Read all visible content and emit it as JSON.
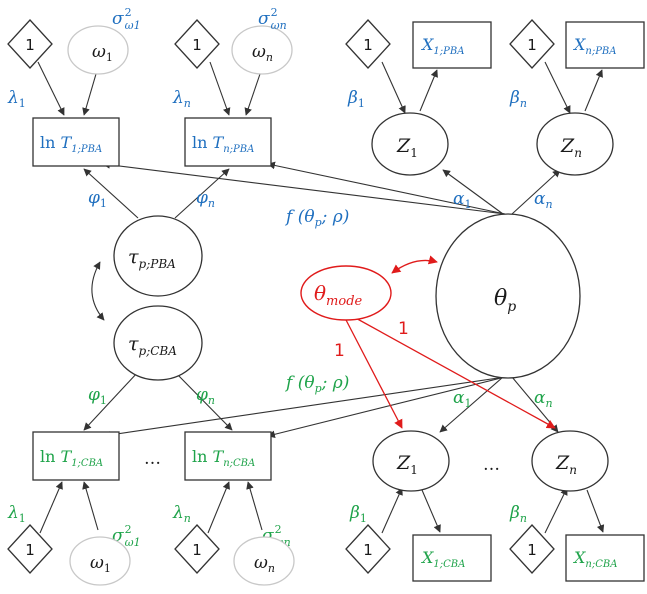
{
  "colors": {
    "blue": "#1f6fbf",
    "green": "#1fa34a",
    "red": "#e01b1b",
    "black": "#1a1a1a",
    "light": "#c8c8c8"
  },
  "pba": {
    "const_1": "1",
    "omega_1": "ω",
    "omega_1_sub": "1",
    "omega_n": "ω",
    "omega_n_sub": "n",
    "sigma_1": "σ",
    "sigma_1_sup": "2",
    "sigma_1_sub": "ω1",
    "sigma_n": "σ",
    "sigma_n_sup": "2",
    "sigma_n_sub": "ωn",
    "lambda_1": "λ",
    "lambda_1_sub": "1",
    "lambda_n": "λ",
    "lambda_n_sub": "n",
    "lnT1_ln": "ln ",
    "lnT1_T": "T",
    "lnT1_sub": "1;PBA",
    "lnTn_ln": "ln ",
    "lnTn_T": "T",
    "lnTn_sub": "n;PBA",
    "phi_1": "φ",
    "phi_1_sub": "1",
    "phi_n": "φ",
    "phi_n_sub": "n",
    "tau": "τ",
    "tau_sub": "p;PBA",
    "func": "f (θ",
    "func_sub": "p",
    "func_end": "; ρ)",
    "X1": "X",
    "X1_sub": "1;PBA",
    "Xn": "X",
    "Xn_sub": "n;PBA",
    "beta_1": "β",
    "beta_1_sub": "1",
    "beta_n": "β",
    "beta_n_sub": "n",
    "Z1": "Z",
    "Z1_sub": "1",
    "Zn": "Z",
    "Zn_sub": "n",
    "alpha_1": "α",
    "alpha_1_sub": "1",
    "alpha_n": "α",
    "alpha_n_sub": "n"
  },
  "cba": {
    "const_1": "1",
    "omega_1": "ω",
    "omega_1_sub": "1",
    "omega_n": "ω",
    "omega_n_sub": "n",
    "sigma_1": "σ",
    "sigma_1_sup": "2",
    "sigma_1_sub": "ω1",
    "sigma_n": "σ",
    "sigma_n_sup": "2",
    "sigma_n_sub": "ωn",
    "lambda_1": "λ",
    "lambda_1_sub": "1",
    "lambda_n": "λ",
    "lambda_n_sub": "n",
    "lnT1_ln": "ln ",
    "lnT1_T": "T",
    "lnT1_sub": "1;CBA",
    "lnTn_ln": "ln ",
    "lnTn_T": "T",
    "lnTn_sub": "n;CBA",
    "phi_1": "φ",
    "phi_1_sub": "1",
    "phi_n": "φ",
    "phi_n_sub": "n",
    "tau": "τ",
    "tau_sub": "p;CBA",
    "func": "f (θ",
    "func_sub": "p",
    "func_end": "; ρ)",
    "X1": "X",
    "X1_sub": "1;CBA",
    "Xn": "X",
    "Xn_sub": "n;CBA",
    "beta_1": "β",
    "beta_1_sub": "1",
    "beta_n": "β",
    "beta_n_sub": "n",
    "Z1": "Z",
    "Z1_sub": "1",
    "Zn": "Z",
    "Zn_sub": "n",
    "alpha_1": "α",
    "alpha_1_sub": "1",
    "alpha_n": "α",
    "alpha_n_sub": "n",
    "dots_T": "…",
    "dots_Z": "…"
  },
  "theta": {
    "theta_p": "θ",
    "theta_p_sub": "p",
    "theta_mode": "θ",
    "theta_mode_sub": "mode",
    "edge_label_1": "1",
    "edge_label_2": "1"
  }
}
